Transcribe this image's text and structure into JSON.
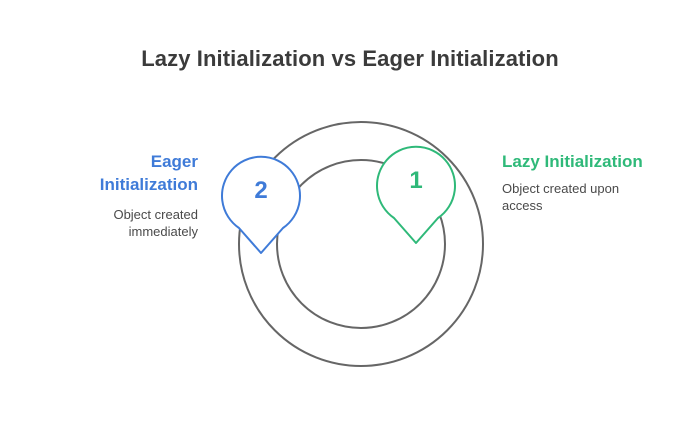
{
  "title": "Lazy Initialization vs Eager Initialization",
  "colors": {
    "eager": "#3f7bd8",
    "lazy": "#2fb979",
    "ring": "#666666",
    "title": "#3b3b3b"
  },
  "eager": {
    "heading_line1": "Eager",
    "heading_line2": "Initialization",
    "desc_line1": "Object created",
    "desc_line2": "immediately",
    "number": "2"
  },
  "lazy": {
    "heading": "Lazy Initialization",
    "desc_line1": "Object created upon",
    "desc_line2": "access",
    "number": "1"
  }
}
